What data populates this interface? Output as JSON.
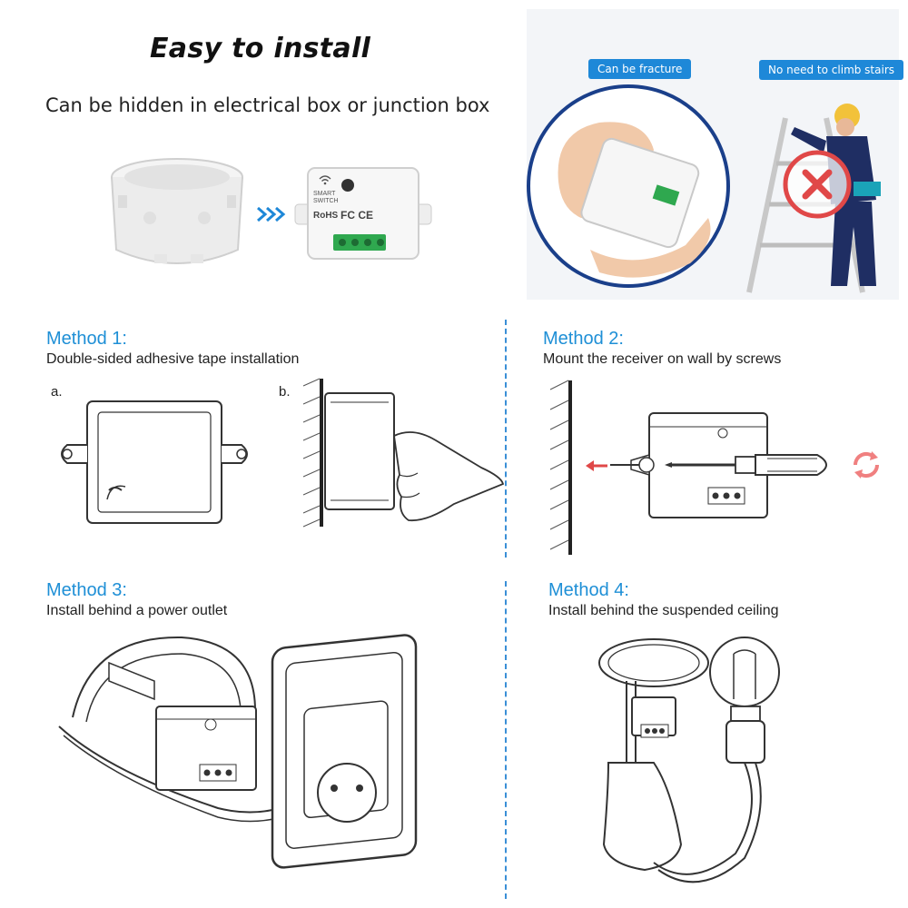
{
  "header": {
    "title": "Easy to install",
    "subtitle": "Can be hidden in electrical box or junction box"
  },
  "switch_module": {
    "brand_line1": "SMART",
    "brand_line2": "SWITCH",
    "cert_marks": "FC CE",
    "rohs": "RoHS"
  },
  "tags": {
    "fracture": "Can be fracture",
    "no_stairs": "No need to climb stairs"
  },
  "methods": [
    {
      "title": "Method 1:",
      "desc": "Double-sided adhesive tape installation",
      "step_a": "a.",
      "step_b": "b."
    },
    {
      "title": "Method 2:",
      "desc": "Mount the receiver on wall by screws"
    },
    {
      "title": "Method 3:",
      "desc": "Install behind a power outlet"
    },
    {
      "title": "Method 4:",
      "desc": "Install behind the suspended ceiling"
    }
  ],
  "colors": {
    "accent": "#1e8fd6",
    "tag_bg": "#1e88d8",
    "terminal_green": "#2fa84f",
    "warning_red": "#e04848"
  },
  "icons": [
    "double-arrow-right-icon",
    "no-entry-x-icon",
    "red-arrow-left-icon",
    "rotate-arrows-icon",
    "wifi-icon"
  ]
}
